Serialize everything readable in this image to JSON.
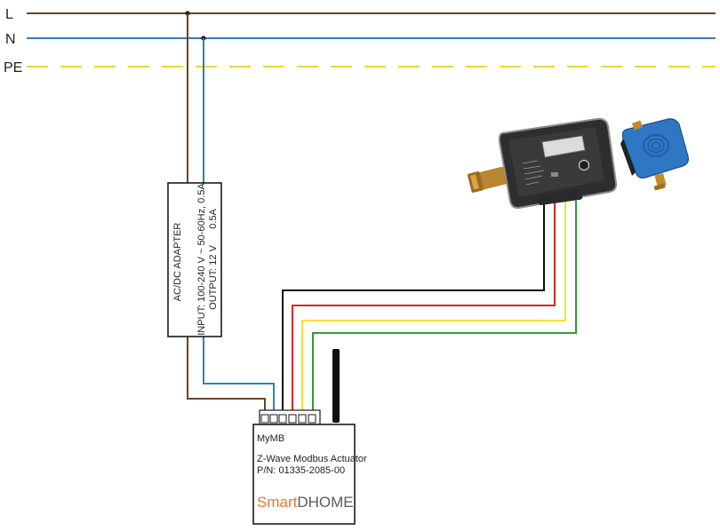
{
  "rails": {
    "l_label": "L",
    "n_label": "N",
    "pe_label": "PE"
  },
  "adapter": {
    "title": "AC/DC ADAPTER",
    "input_spec": "INPUT: 100-240 V ~ 50-60Hz, 0.5A",
    "output_spec": "OUTPUT: 12 V      0.5A"
  },
  "module": {
    "name": "MyMB",
    "description": "Z-Wave Modbus Actuator",
    "part_number": "P/N: 01335-2085-00",
    "brand_smart": "Smart",
    "brand_dhome": "DHOME"
  },
  "colors": {
    "live": "#6b4423",
    "neutral": "#2f7fc1",
    "earth": "#e4d83a",
    "wire_black": "#111111",
    "wire_red": "#d62828",
    "wire_yellow": "#f2e330",
    "wire_green": "#2f9a3e",
    "brand_orange": "#e8742a",
    "sensor_blue": "#2f77c4"
  },
  "icons": {
    "meter": "ultrasonic-water-meter-icon",
    "sensor": "water-leak-sensor-icon",
    "antenna": "antenna-icon"
  }
}
